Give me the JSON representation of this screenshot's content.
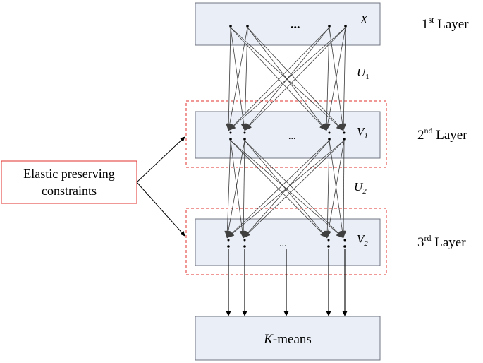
{
  "layers": {
    "layer1": {
      "var": "X",
      "ordinal": "1",
      "suffix": "st",
      "word": "Layer"
    },
    "layer2": {
      "var": "V",
      "sub": "1",
      "ordinal": "2",
      "suffix": "nd",
      "word": "Layer"
    },
    "layer3": {
      "var": "V",
      "sub": "2",
      "ordinal": "3",
      "suffix": "rd",
      "word": "Layer"
    }
  },
  "weights": {
    "u1": {
      "var": "U",
      "sub": "1"
    },
    "u2": {
      "var": "U",
      "sub": "2"
    }
  },
  "ellipsis": "...",
  "kmeans": {
    "k": "K",
    "rest": "-means"
  },
  "constraints": {
    "line1": "Elastic preserving",
    "line2": "constraints"
  },
  "colors": {
    "layer_fill": "#eaeef6",
    "layer_stroke": "#6f7480",
    "dashed_border": "#e0302c",
    "connection": "#3a3a3a"
  }
}
